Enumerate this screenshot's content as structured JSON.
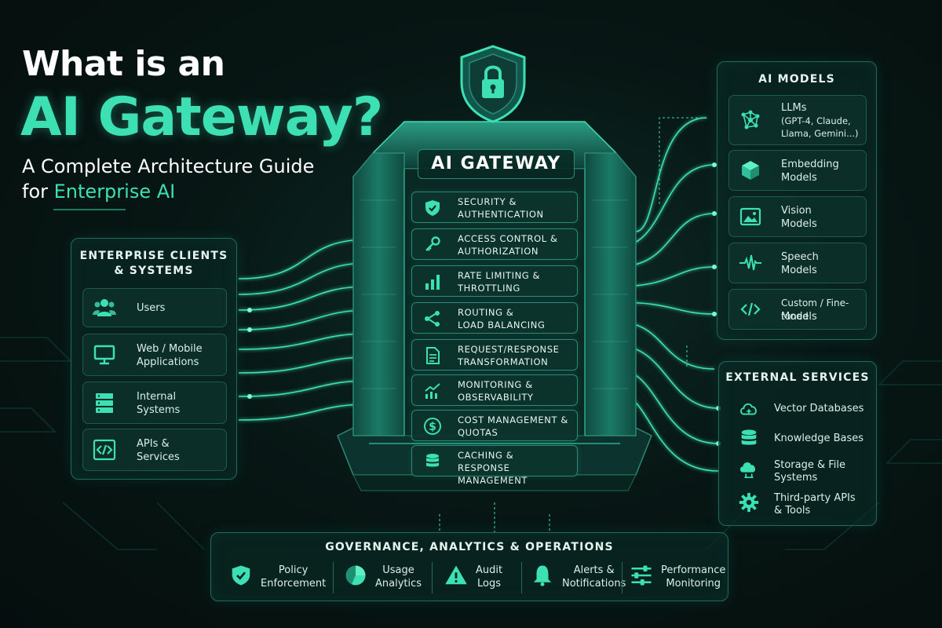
{
  "title": {
    "line1": "What is an",
    "line2": "AI Gateway?",
    "line3": "A Complete Architecture Guide",
    "line4_prefix": "for ",
    "line4_highlight": "Enterprise AI"
  },
  "colors": {
    "accent": "#3de0b3",
    "panel_border": "#1f6b5d",
    "background": "#071714"
  },
  "clients": {
    "title_line1": "ENTERPRISE CLIENTS",
    "title_line2": "& SYSTEMS",
    "items": [
      {
        "icon": "users-icon",
        "line1": "Users",
        "line2": ""
      },
      {
        "icon": "monitor-icon",
        "line1": "Web / Mobile",
        "line2": "Applications"
      },
      {
        "icon": "server-icon",
        "line1": "Internal",
        "line2": "Systems"
      },
      {
        "icon": "code-icon",
        "line1": "APIs &",
        "line2": "Services"
      }
    ]
  },
  "gateway": {
    "title": "AI GATEWAY",
    "top_icon": "shield-lock-icon",
    "layers": [
      {
        "icon": "shield-check-icon",
        "line1": "SECURITY &",
        "line2": "AUTHENTICATION"
      },
      {
        "icon": "key-icon",
        "line1": "ACCESS CONTROL &",
        "line2": "AUTHORIZATION"
      },
      {
        "icon": "bar-chart-icon",
        "line1": "RATE LIMITING &",
        "line2": "THROTTLING"
      },
      {
        "icon": "routing-icon",
        "line1": "ROUTING &",
        "line2": "LOAD BALANCING"
      },
      {
        "icon": "document-icon",
        "line1": "REQUEST/RESPONSE",
        "line2": "TRANSFORMATION"
      },
      {
        "icon": "trend-chart-icon",
        "line1": "MONITORING &",
        "line2": "OBSERVABILITY"
      },
      {
        "icon": "dollar-icon",
        "line1": "COST MANAGEMENT &",
        "line2": "QUOTAS"
      },
      {
        "icon": "database-icon",
        "line1": "CACHING &",
        "line2": "RESPONSE MANAGEMENT"
      }
    ]
  },
  "models": {
    "title": "AI MODELS",
    "items": [
      {
        "icon": "network-icon",
        "line1": "LLMs",
        "line2": "(GPT-4, Claude,",
        "line3": "Llama, Gemini...)"
      },
      {
        "icon": "cube-icon",
        "line1": "Embedding",
        "line2": "Models",
        "line3": ""
      },
      {
        "icon": "image-icon",
        "line1": "Vision",
        "line2": "Models",
        "line3": ""
      },
      {
        "icon": "waveform-icon",
        "line1": "Speech",
        "line2": "Models",
        "line3": ""
      },
      {
        "icon": "code-icon",
        "line1": "Custom / Fine-tuned",
        "line2": "Models",
        "line3": ""
      }
    ]
  },
  "external": {
    "title": "EXTERNAL SERVICES",
    "items": [
      {
        "icon": "cloud-icon",
        "line1": "Vector Databases",
        "line2": ""
      },
      {
        "icon": "database-icon",
        "line1": "Knowledge Bases",
        "line2": ""
      },
      {
        "icon": "cloud-storage-icon",
        "line1": "Storage & File",
        "line2": "Systems"
      },
      {
        "icon": "gear-icon",
        "line1": "Third-party APIs",
        "line2": "& Tools"
      }
    ]
  },
  "governance": {
    "title": "GOVERNANCE, ANALYTICS & OPERATIONS",
    "items": [
      {
        "icon": "shield-check-icon",
        "line1": "Policy",
        "line2": "Enforcement"
      },
      {
        "icon": "pie-chart-icon",
        "line1": "Usage",
        "line2": "Analytics"
      },
      {
        "icon": "warning-icon",
        "line1": "Audit",
        "line2": "Logs"
      },
      {
        "icon": "bell-icon",
        "line1": "Alerts &",
        "line2": "Notifications"
      },
      {
        "icon": "sliders-icon",
        "line1": "Performance",
        "line2": "Monitoring"
      }
    ]
  }
}
